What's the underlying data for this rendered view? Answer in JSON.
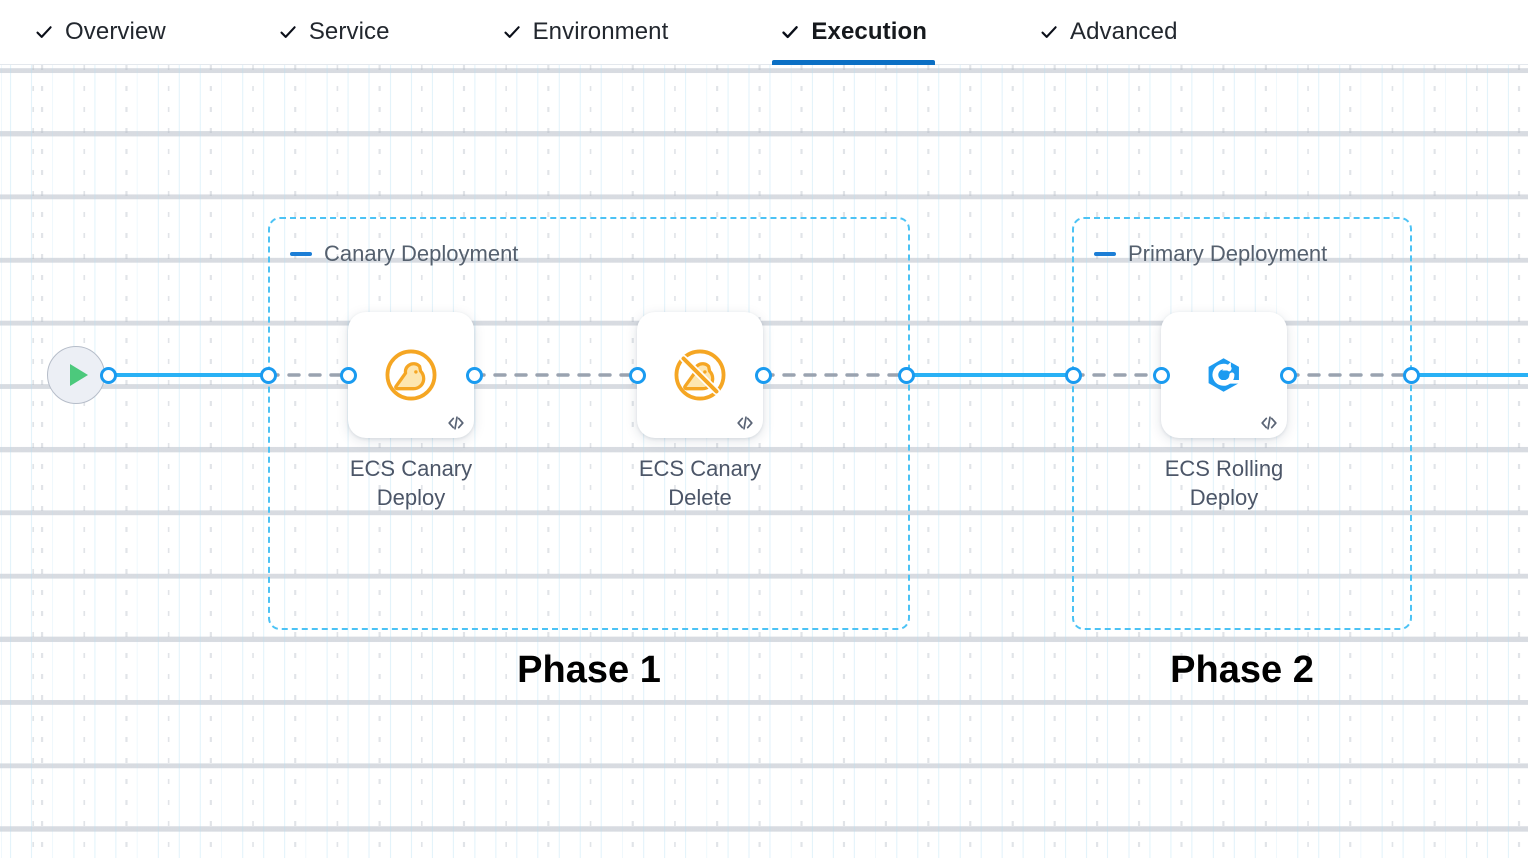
{
  "tabs": [
    {
      "label": "Overview",
      "icon": "check-icon",
      "active": false
    },
    {
      "label": "Service",
      "icon": "check-icon",
      "active": false
    },
    {
      "label": "Environment",
      "icon": "check-icon",
      "active": false
    },
    {
      "label": "Execution",
      "icon": "check-icon",
      "active": true
    },
    {
      "label": "Advanced",
      "icon": "check-icon",
      "active": false
    }
  ],
  "canvas": {
    "start_node": {
      "name": "pipeline-start",
      "icon": "play-icon"
    },
    "groups": [
      {
        "id": "canary-deployment",
        "title": "Canary Deployment",
        "collapse_icon": "minus-icon",
        "caption": "Phase 1"
      },
      {
        "id": "primary-deployment",
        "title": "Primary Deployment",
        "collapse_icon": "minus-icon",
        "caption": "Phase 2"
      }
    ],
    "nodes": [
      {
        "id": "ecs-canary-deploy",
        "label": "ECS Canary Deploy",
        "icon": "canary-bird-icon",
        "code_icon": "code-icon"
      },
      {
        "id": "ecs-canary-delete",
        "label": "ECS Canary Delete",
        "icon": "canary-bird-delete-icon",
        "code_icon": "code-icon"
      },
      {
        "id": "ecs-rolling-deploy",
        "label": "ECS Rolling Deploy",
        "icon": "rolling-deploy-icon",
        "code_icon": "code-icon"
      }
    ]
  },
  "colors": {
    "accent_blue": "#0b6fc4",
    "edge_blue": "#29b1f5",
    "port_blue": "#1a9bf0",
    "group_border": "#4cc3f5",
    "edge_dashed_gray": "#9aa3b0",
    "canary_orange": "#f5a623",
    "rolling_blue": "#1d9bf0",
    "play_green": "#4cc97c",
    "label_gray": "#4c5668",
    "grid_blue": "#b5dff3"
  }
}
